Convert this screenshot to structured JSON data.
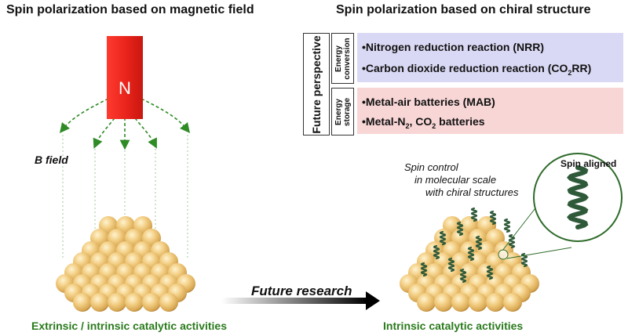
{
  "headings": {
    "left": "Spin polarization based on magnetic field",
    "right": "Spin polarization based on chiral structure"
  },
  "magnet": {
    "pole_label": "N"
  },
  "b_field_label": "B field",
  "future_perspective": {
    "title": "Future perspective",
    "energy_conversion": {
      "label_line1": "Energy",
      "label_line2": "conversion",
      "items": [
        {
          "bullet": "•",
          "text": "Nitrogen reduction reaction (NRR)"
        },
        {
          "bullet": "•",
          "text_before": "Carbon dioxide reduction reaction (CO",
          "sub": "2",
          "text_after": "RR)"
        }
      ]
    },
    "energy_storage": {
      "label_line1": "Energy",
      "label_line2": "storage",
      "items": [
        {
          "bullet": "•",
          "text": "Metal-air batteries (MAB)"
        },
        {
          "bullet": "•",
          "text_a": "Metal-N",
          "sub_a": "2",
          "text_b": ", CO",
          "sub_b": "2",
          "text_c": " batteries"
        }
      ]
    }
  },
  "spin_control": [
    "Spin control",
    "in molecular scale",
    "with chiral structures"
  ],
  "spin_aligned_label": "Spin aligned",
  "future_research_label": "Future research",
  "captions": {
    "left": "Extrinsic / intrinsic catalytic activities",
    "right": "Intrinsic catalytic activities"
  },
  "colors": {
    "field_lines": "#2e8b25",
    "sphere": "#f1c97a",
    "helix": "#2f5a3a",
    "caption": "#2a7a1c",
    "conversion_panel": "#dad9f5",
    "storage_panel": "#f8d6d6",
    "magnet": "#e8231b"
  }
}
